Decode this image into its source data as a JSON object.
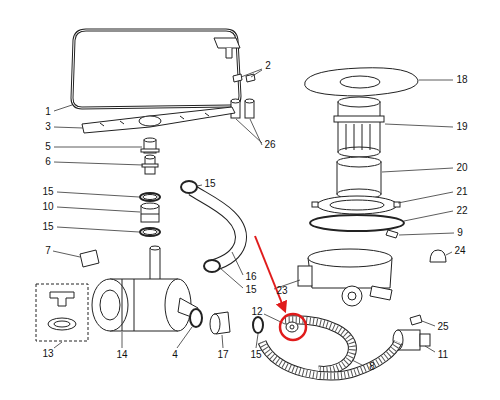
{
  "diagram": {
    "labels": [
      "1",
      "2",
      "3",
      "26",
      "5",
      "6",
      "18",
      "19",
      "20",
      "15",
      "21",
      "15",
      "22",
      "10",
      "9",
      "15",
      "7",
      "24",
      "16",
      "15",
      "23",
      "12",
      "25",
      "13",
      "14",
      "4",
      "17",
      "15",
      "11",
      "8"
    ]
  }
}
